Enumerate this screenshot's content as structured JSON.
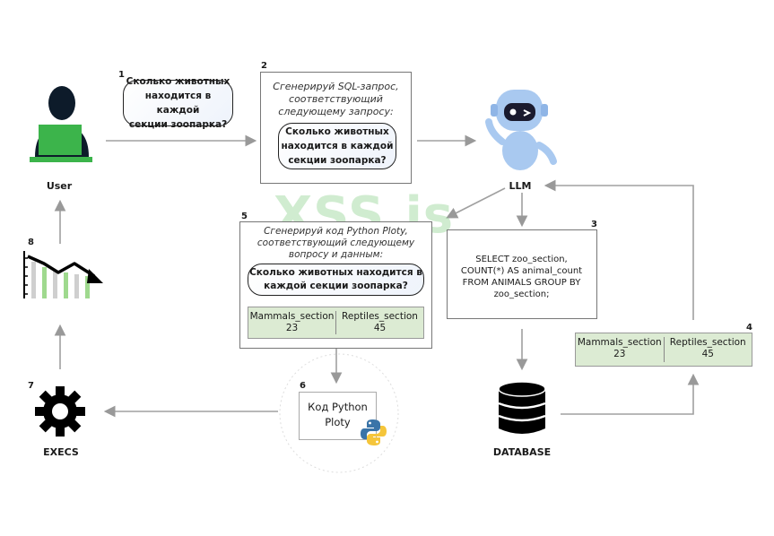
{
  "steps": {
    "s1": "1",
    "s2": "2",
    "s3": "3",
    "s4": "4",
    "s5": "5",
    "s6": "6",
    "s7": "7",
    "s8": "8"
  },
  "labels": {
    "user": "User",
    "llm": "LLM",
    "database": "DATABASE",
    "execs": "EXECS"
  },
  "question": {
    "line1": "Сколько животных",
    "line2": "находится в каждой",
    "line3": "секции зоопарка?"
  },
  "prompt_sql": {
    "line1": "Сгенерируй SQL-запрос,",
    "line2": "соответствующий",
    "line3": "следующему запросу:"
  },
  "prompt_python": {
    "line1": "Сгенерируй код Python Ploty,",
    "line2": "соответствующий следующему",
    "line3": "вопросу и данным:",
    "question_line1": "Сколько животных находится в",
    "question_line2": "каждой секции зоопарка?"
  },
  "sql_query": {
    "line1": "SELECT zoo_section,",
    "line2": "COUNT(*) AS animal_count",
    "line3": "FROM ANIMALS GROUP BY",
    "line4": "zoo_section;"
  },
  "result_table": {
    "col1_name": "Mammals_section",
    "col1_value": "23",
    "col2_name": "Reptiles_section",
    "col2_value": "45"
  },
  "code_box": {
    "line1": "Код Python",
    "line2": "Ploty"
  },
  "watermark": "XSS.is",
  "colors": {
    "user_green": "#3cb44b",
    "user_navy": "#0d1b2a",
    "table_green": "#dcebd3",
    "robot_blue": "#a9c9f0",
    "arrow_gray": "#999999"
  },
  "icons": [
    "user-icon",
    "robot-icon",
    "database-icon",
    "gear-icon",
    "falling-chart-icon",
    "python-icon"
  ]
}
